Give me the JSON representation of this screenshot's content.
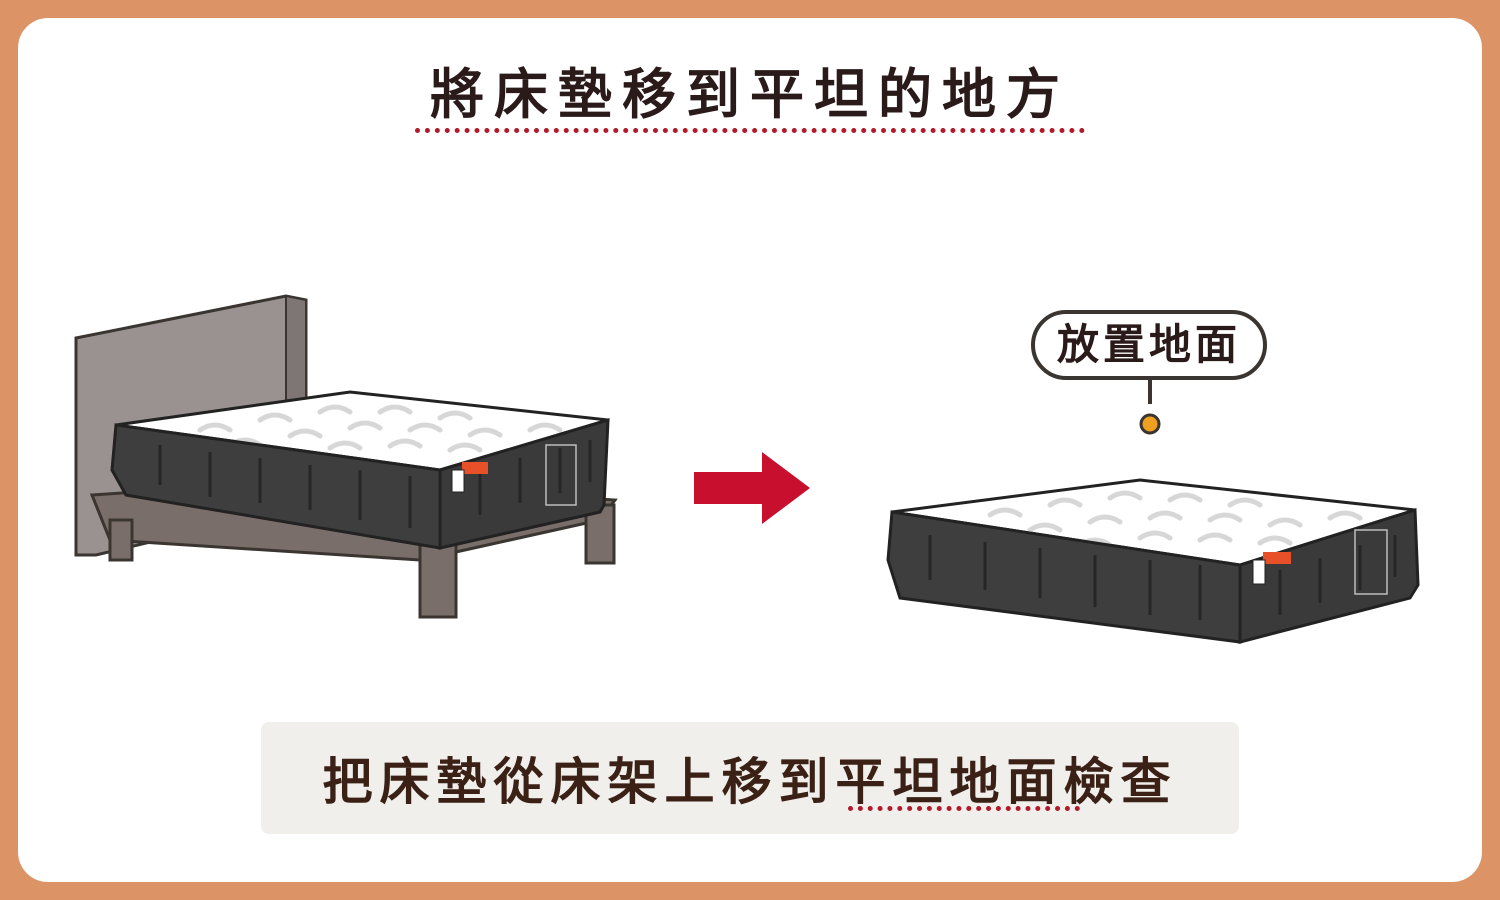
{
  "title": "將床墊移到平坦的地方",
  "callout": {
    "label": "放置地面"
  },
  "caption": {
    "text": "把床墊從床架上移到平坦地面檢查"
  },
  "colors": {
    "frame": "#dc9467",
    "accent_red": "#b11a2a",
    "headboard": "#9a9290",
    "bed_frame": "#7a6e6a",
    "mattress_side": "#3e3e3e",
    "mattress_top": "#ffffff",
    "label_orange": "#e8502a",
    "pin": "#f0a020",
    "caption_bg": "#f1efec"
  },
  "icons": [
    "bed-with-mattress",
    "arrow-right-icon",
    "mattress-on-floor",
    "location-pin-icon"
  ]
}
